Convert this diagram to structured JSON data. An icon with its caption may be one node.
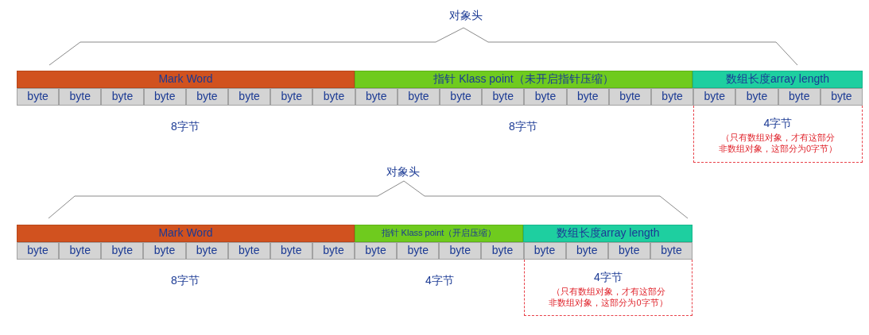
{
  "diagram": {
    "nodes": [
      {
        "text": [
          "Mark Word"
        ]
      },
      {
        "text": [
          "指针 Klass point（未开启指针压缩）"
        ]
      },
      {
        "text": [
          "数组长度array length"
        ]
      },
      {
        "text": [
          "byte"
        ]
      },
      {
        "text": [
          "byte"
        ]
      },
      {
        "text": [
          "byte"
        ]
      },
      {
        "text": [
          "byte"
        ]
      },
      {
        "text": [
          "byte"
        ]
      },
      {
        "text": [
          "byte"
        ]
      },
      {
        "text": [
          "byte"
        ]
      },
      {
        "text": [
          "byte"
        ]
      },
      {
        "text": [
          "byte"
        ]
      },
      {
        "text": [
          "byte"
        ]
      },
      {
        "text": [
          "byte"
        ]
      },
      {
        "text": [
          "byte"
        ]
      },
      {
        "text": [
          "byte"
        ]
      },
      {
        "text": [
          "byte"
        ]
      },
      {
        "text": [
          "byte"
        ]
      },
      {
        "text": [
          "byte"
        ]
      },
      {
        "text": [
          "byte"
        ]
      },
      {
        "text": [
          "byte"
        ]
      },
      {
        "text": [
          "byte"
        ]
      },
      {
        "text": [
          "byte"
        ]
      },
      {
        "text": [
          "4字节",
          "（只有数组对象，才有这部分非数组对象，这部分为0字节）"
        ]
      },
      {
        "text": [
          "Mark Word"
        ]
      },
      {
        "text": [
          "指针 Klass point（开启压缩）"
        ]
      },
      {
        "text": [
          "数组长度array length"
        ]
      },
      {
        "text": [
          "byte"
        ]
      },
      {
        "text": [
          "byte"
        ]
      },
      {
        "text": [
          "byte"
        ]
      },
      {
        "text": [
          "byte"
        ]
      },
      {
        "text": [
          "byte"
        ]
      },
      {
        "text": [
          "byte"
        ]
      },
      {
        "text": [
          "byte"
        ]
      },
      {
        "text": [
          "byte"
        ]
      },
      {
        "text": [
          "byte"
        ]
      },
      {
        "text": [
          "byte"
        ]
      },
      {
        "text": [
          "byte"
        ]
      },
      {
        "text": [
          "byte"
        ]
      },
      {
        "text": [
          "byte"
        ]
      },
      {
        "text": [
          "byte"
        ]
      },
      {
        "text": [
          "byte"
        ]
      },
      {
        "text": [
          "byte"
        ]
      },
      {
        "text": [
          "4字节",
          "（只有数组对象，才有这部分非数组对象，这部分为0字节）"
        ]
      }
    ],
    "edges": [],
    "labels": [
      "对象头",
      "8字节",
      "8字节",
      "对象头",
      "8字节",
      "4字节"
    ]
  }
}
